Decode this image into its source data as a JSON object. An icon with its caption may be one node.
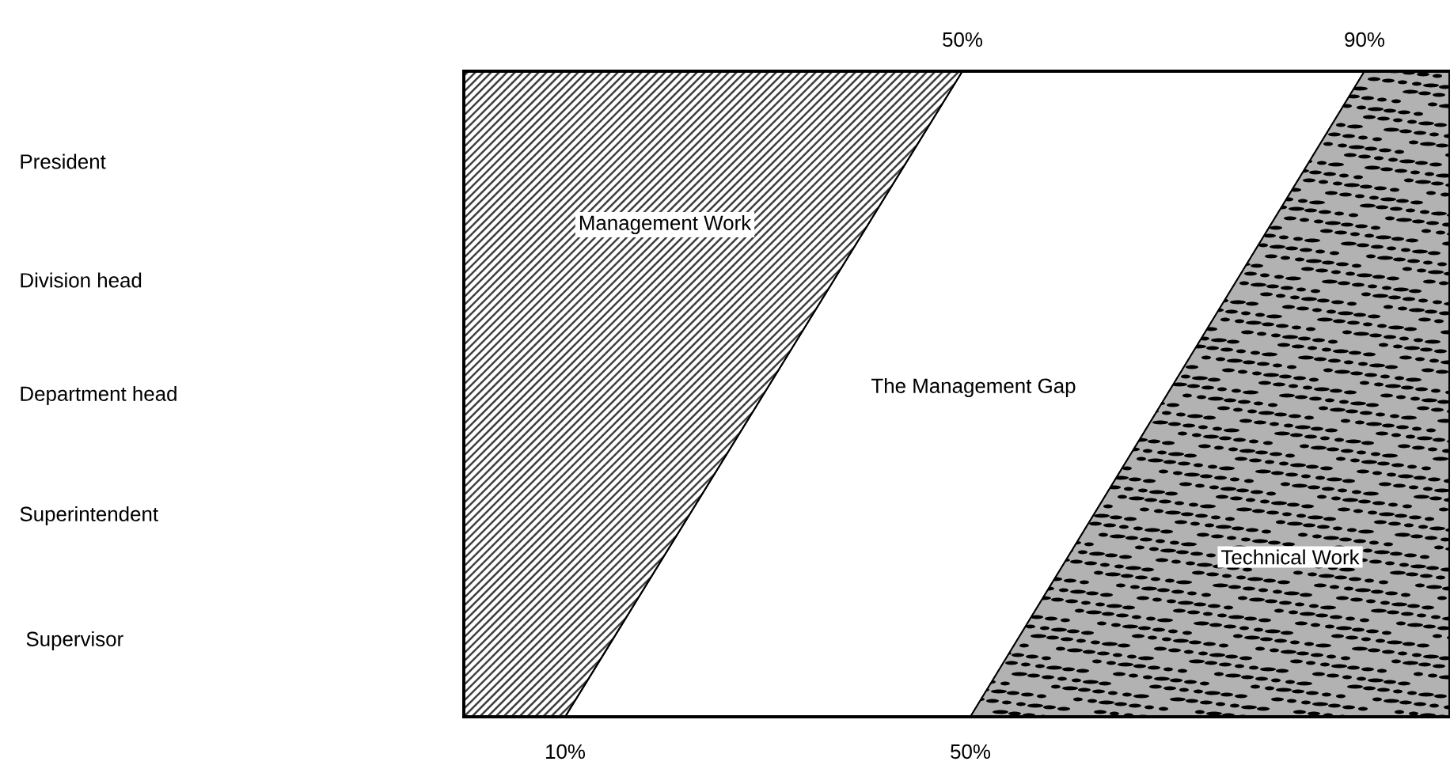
{
  "diagram": {
    "nodes": [
      {
        "text": [
          "Management Work"
        ]
      },
      {
        "text": [
          "The Management Gap"
        ]
      },
      {
        "text": [
          "Technical Work"
        ]
      }
    ],
    "labels": [
      "50%",
      "90%",
      "President",
      "Division head",
      "Department head",
      "Superintendent",
      "Supervisor",
      "10%",
      "50%"
    ]
  }
}
